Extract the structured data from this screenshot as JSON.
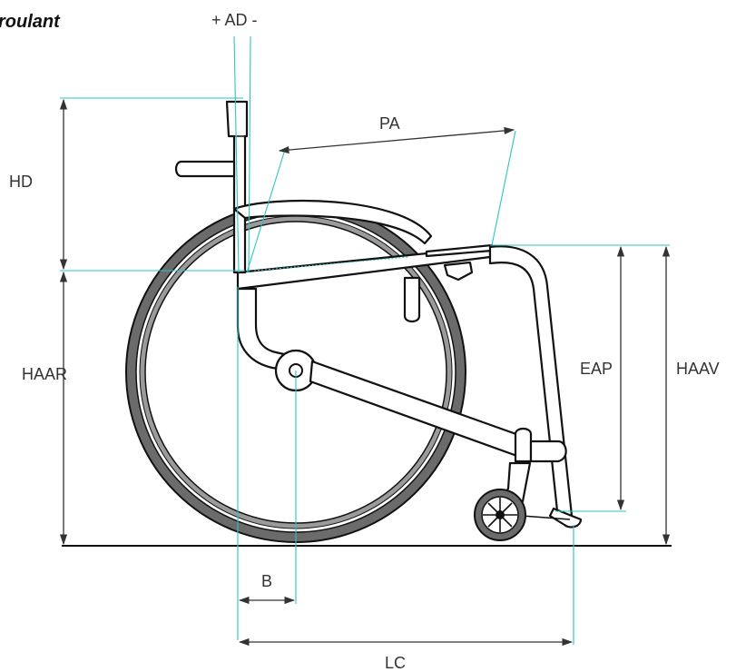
{
  "title": "roulant",
  "labels": {
    "ad": "+ AD -",
    "pa": "PA",
    "hd": "HD",
    "haar": "HAAR",
    "eap": "EAP",
    "haav": "HAAV",
    "b": "B",
    "lc": "LC"
  },
  "colors": {
    "guide_lines": "#2ec4c4",
    "dimension_lines": "#333333",
    "tire": "#6b6b6b",
    "frame_outline": "#111111"
  }
}
